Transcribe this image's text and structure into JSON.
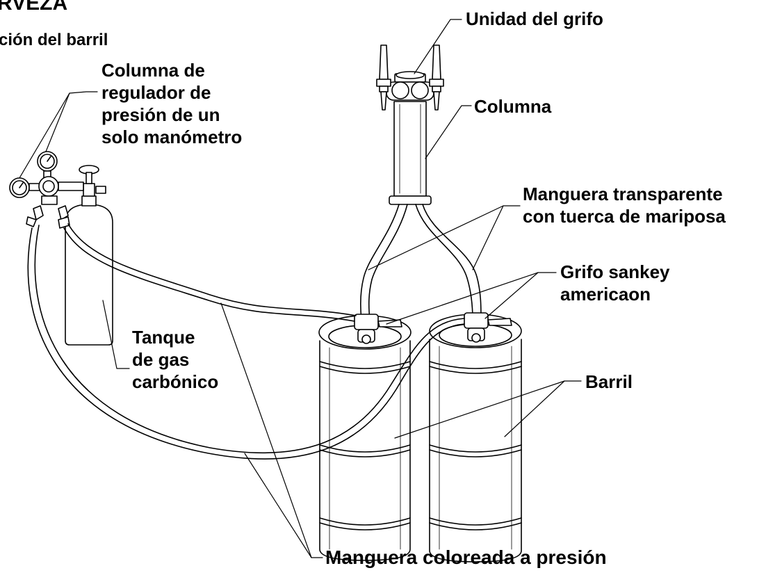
{
  "diagram": {
    "title_fragment": "RVEZA",
    "subtitle_fragment": "ción del barril",
    "labels": {
      "tap_unit": "Unidad del grifo",
      "column": "Columna",
      "regulator_line1": "Columna de",
      "regulator_line2": "regulador de",
      "regulator_line3": "presión de un",
      "regulator_line4": "solo manómetro",
      "clear_hose_line1": "Manguera transparente",
      "clear_hose_line2": "con tuerca de mariposa",
      "sankey_line1": "Grifo sankey",
      "sankey_line2": "americaon",
      "co2_line1": "Tanque",
      "co2_line2": "de gas",
      "co2_line3": "carbónico",
      "keg": "Barril",
      "pressure_hose": "Manguera coloreada a presión"
    },
    "colors": {
      "ink": "#000000",
      "paper": "#ffffff"
    }
  }
}
